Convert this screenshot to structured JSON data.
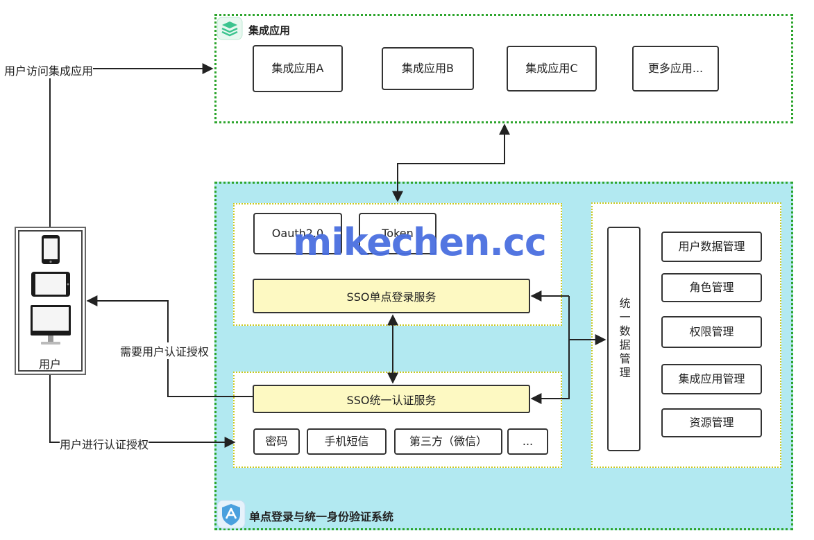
{
  "apps_group": {
    "title": "集成应用",
    "apps": [
      "集成应用A",
      "集成应用B",
      "集成应用C",
      "更多应用..."
    ]
  },
  "sso_group": {
    "title": "单点登录与统一身份验证系统",
    "protocols": [
      "Oauth2.0",
      "Token"
    ],
    "sso_login_service": "SSO单点登录服务",
    "sso_auth_service": "SSO统一认证服务",
    "auth_methods": [
      "密码",
      "手机短信",
      "第三方（微信）",
      "..."
    ],
    "data_mgmt_title": "统一数据管理",
    "data_mgmt_items": [
      "用户数据管理",
      "角色管理",
      "权限管理",
      "集成应用管理",
      "资源管理"
    ]
  },
  "user": {
    "label": "用户"
  },
  "flow_labels": {
    "access_apps": "用户访问集成应用",
    "need_auth": "需要用户认证授权",
    "do_auth": "用户进行认证授权"
  },
  "watermark": "mikechen.cc",
  "colors": {
    "group_border": "#2da52d",
    "sso_background": "#b2e9f1",
    "service_box": "#fdf9c2",
    "panel_border": "#c8c820",
    "watermark": "#4a6fe0"
  }
}
